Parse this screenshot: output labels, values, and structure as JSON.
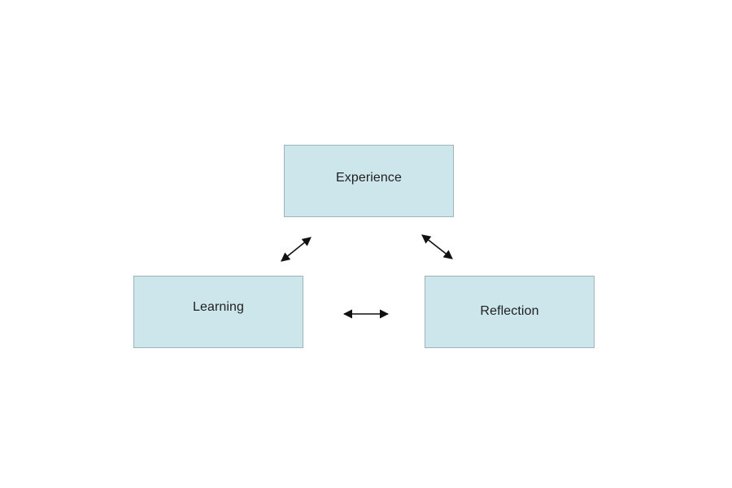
{
  "diagram": {
    "nodes": {
      "experience": {
        "label": "Experience"
      },
      "learning": {
        "label": "Learning"
      },
      "reflection": {
        "label": "Reflection"
      }
    },
    "connections": [
      {
        "from": "learning",
        "to": "experience",
        "direction": "bidirectional"
      },
      {
        "from": "experience",
        "to": "reflection",
        "direction": "bidirectional"
      },
      {
        "from": "learning",
        "to": "reflection",
        "direction": "bidirectional"
      }
    ],
    "colors": {
      "node_fill": "#cde6ec",
      "node_border": "#9fb4ba",
      "arrow": "#111111",
      "background": "#ffffff"
    }
  }
}
